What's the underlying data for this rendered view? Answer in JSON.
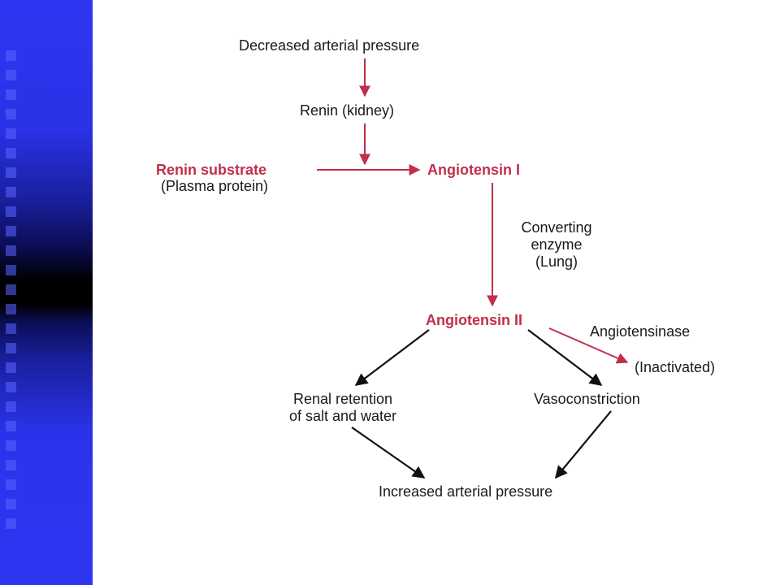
{
  "nodes": {
    "decreased_pressure": "Decreased arterial pressure",
    "renin": "Renin (kidney)",
    "renin_substrate": "Renin substrate",
    "plasma_protein": "(Plasma protein)",
    "angiotensin_1": "Angiotensin I",
    "converting_enzyme_1": "Converting",
    "converting_enzyme_2": "enzyme",
    "converting_enzyme_3": "(Lung)",
    "angiotensin_2": "Angiotensin II",
    "angiotensinase": "Angiotensinase",
    "inactivated": "(Inactivated)",
    "renal_retention_1": "Renal retention",
    "renal_retention_2": "of salt and water",
    "vasoconstriction": "Vasoconstriction",
    "increased_pressure": "Increased arterial pressure"
  },
  "colors": {
    "accent_red": "#c12f4a",
    "black_arrow": "#111111",
    "sidebar_blue": "#2e36f2"
  }
}
